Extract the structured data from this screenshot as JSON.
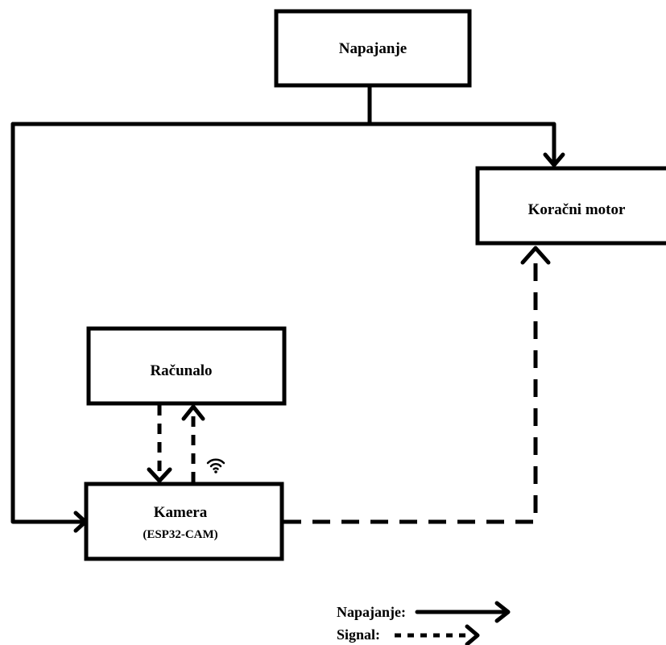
{
  "nodes": {
    "power": {
      "label": "Napajanje"
    },
    "motor": {
      "label": "Koračni motor"
    },
    "computer": {
      "label": "Računalo"
    },
    "camera": {
      "label": "Kamera",
      "sublabel": "(ESP32-CAM)"
    }
  },
  "connections": [
    {
      "from": "power",
      "to": "motor",
      "kind": "power"
    },
    {
      "from": "power",
      "to": "camera",
      "kind": "power"
    },
    {
      "from": "computer",
      "to": "camera",
      "kind": "signal"
    },
    {
      "from": "camera",
      "to": "computer",
      "kind": "signal",
      "wireless": true
    },
    {
      "from": "camera",
      "to": "motor",
      "kind": "signal"
    }
  ],
  "legend": {
    "power_label": "Napajanje:",
    "signal_label": "Signal:"
  },
  "icons": {
    "wireless": "wifi-icon"
  },
  "colors": {
    "stroke": "#000000",
    "background": "#ffffff"
  }
}
